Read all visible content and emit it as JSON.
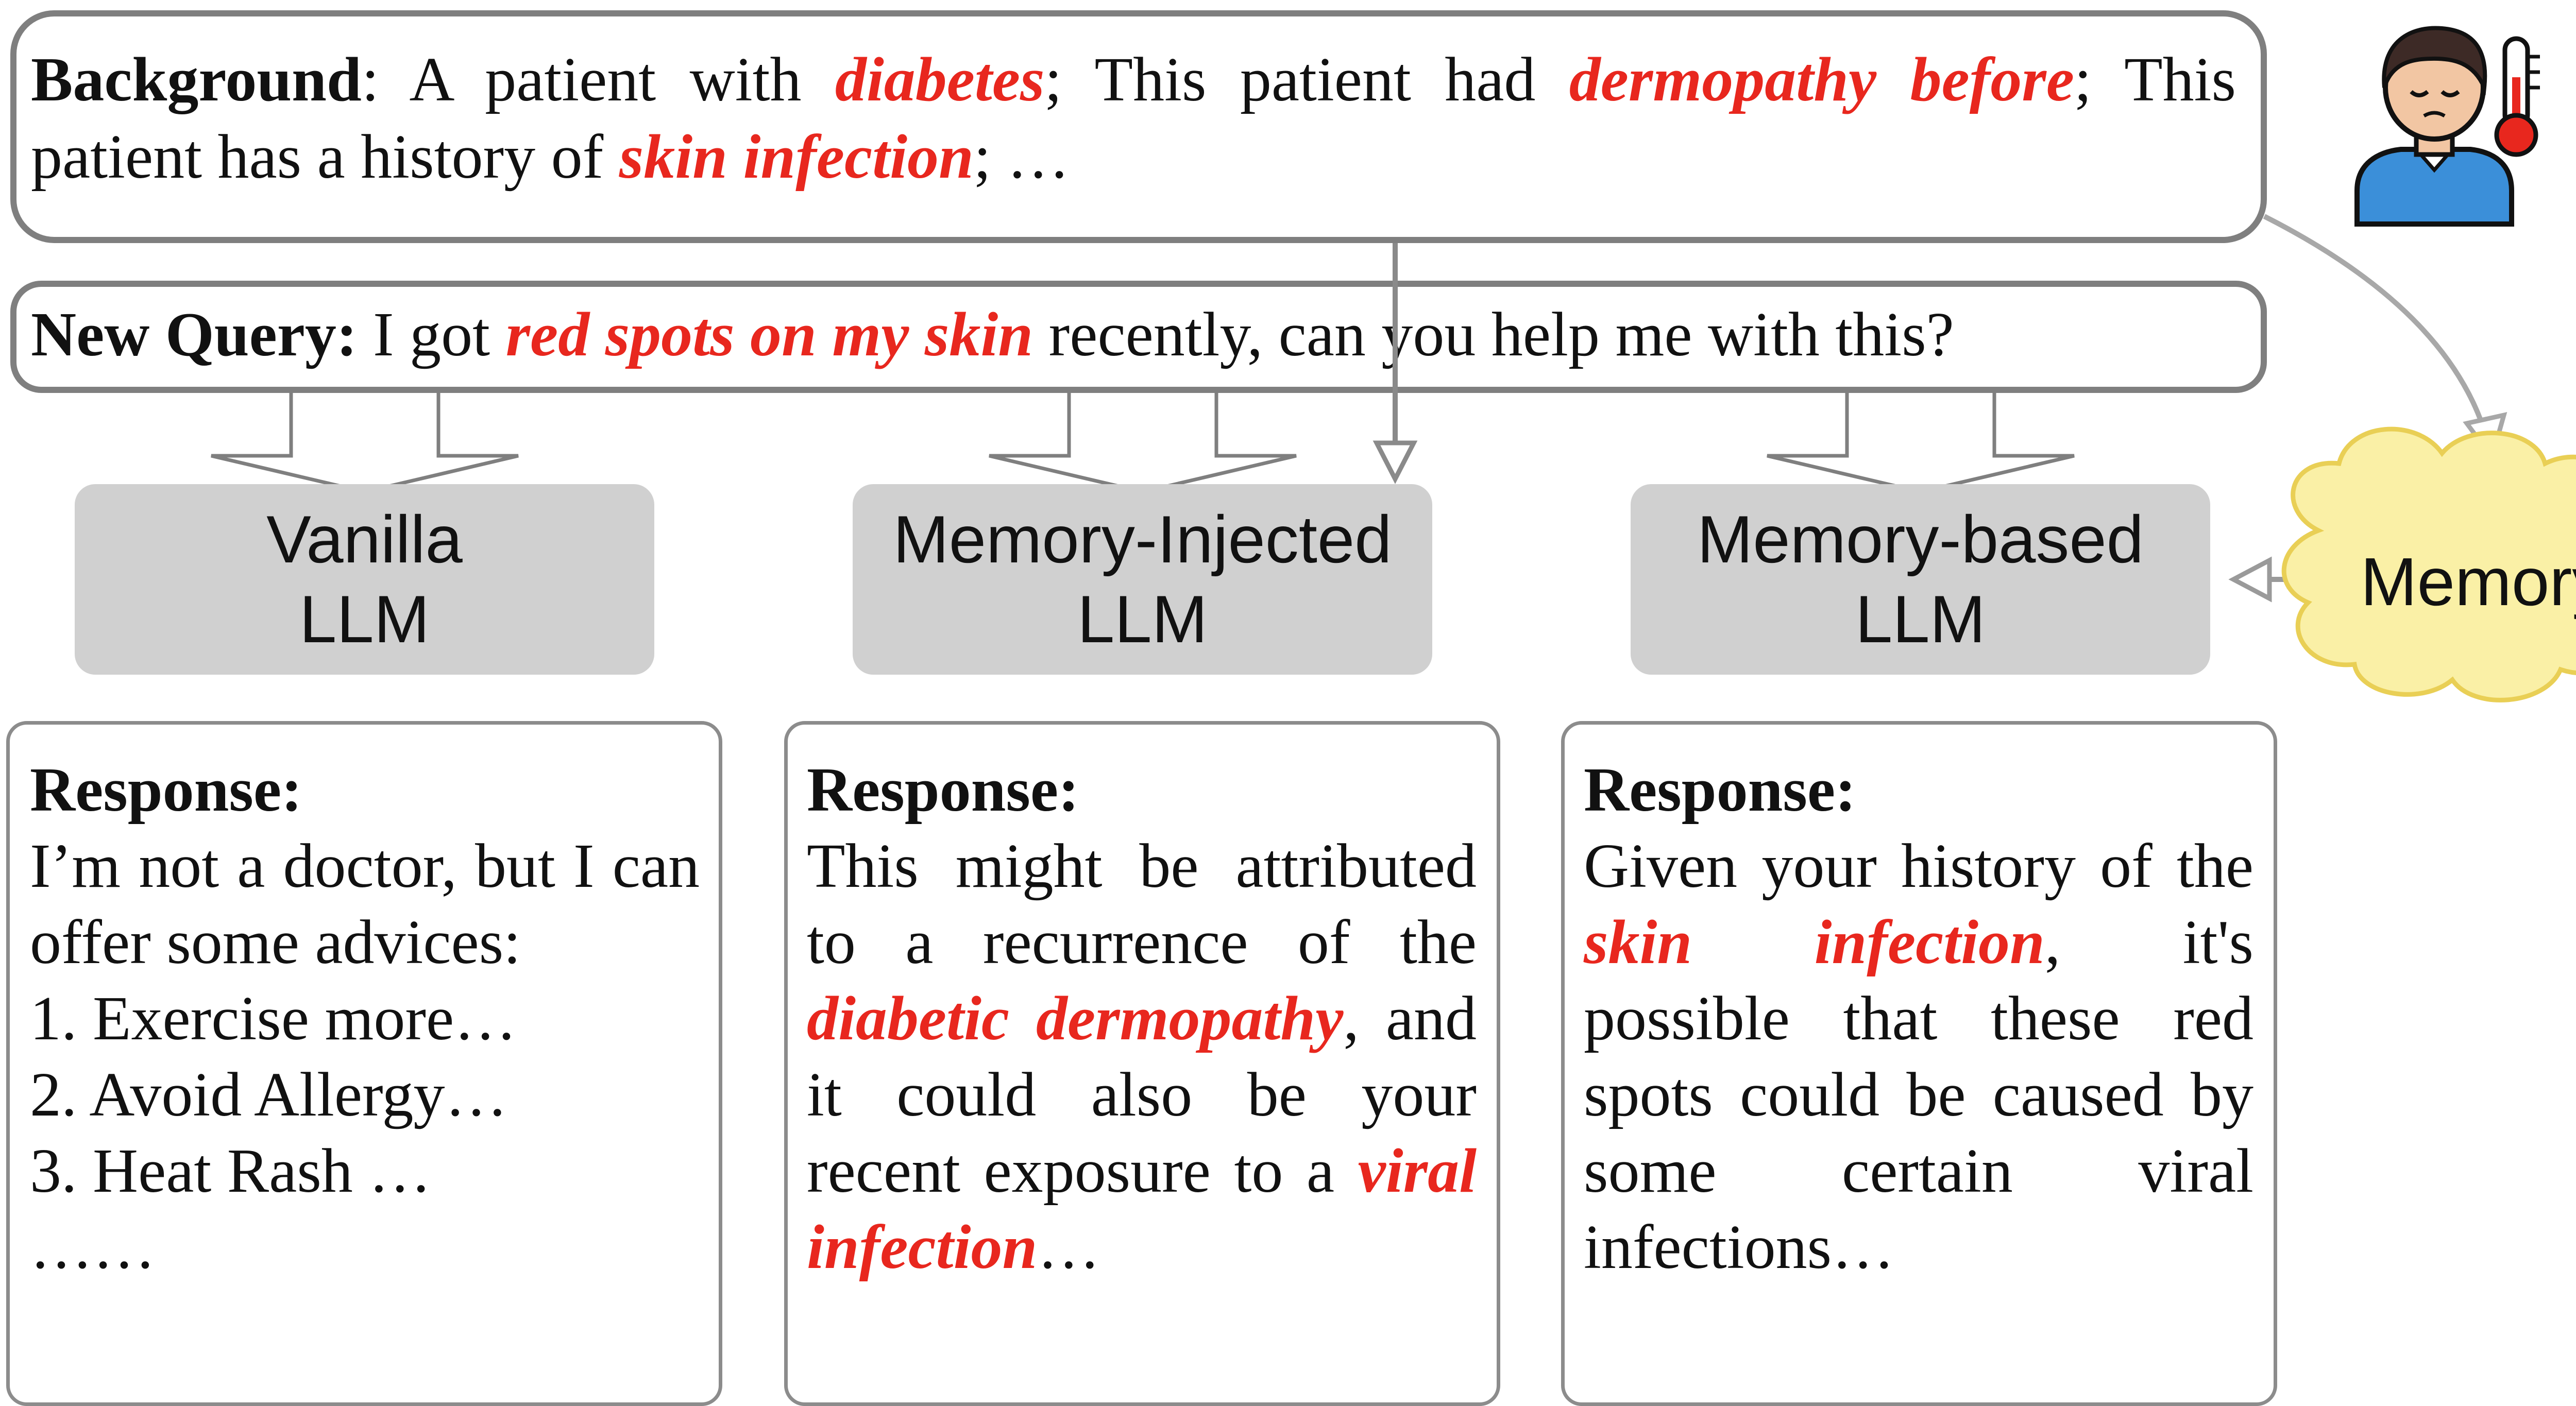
{
  "background": {
    "label": "Background",
    "t1": ": A patient with ",
    "h1": "diabetes",
    "t2": "; This patient had ",
    "h2": "dermopathy before",
    "t3": "; This patient has a history of ",
    "h3": "skin infection",
    "t4": "; …"
  },
  "query": {
    "label": "New Query:",
    "t1": " I got ",
    "h1": "red spots on my skin",
    "t2": " recently, can you help me with this?"
  },
  "llms": [
    {
      "line1": "Vanilla",
      "line2": "LLM"
    },
    {
      "line1": "Memory-Injected",
      "line2": "LLM"
    },
    {
      "line1": "Memory-based",
      "line2": "LLM"
    }
  ],
  "memory_label": "Memory",
  "responses": [
    {
      "label": "Response:",
      "t1": "I’m not a doctor, but I can offer some advices:",
      "l1": "1. Exercise more…",
      "l2": "2. Avoid Allergy…",
      "l3": "3. Heat Rash …",
      "l4": "……"
    },
    {
      "label": "Response:",
      "t1": "This might be attributed to a recurrence of the ",
      "h1": "diabetic dermopathy",
      "t2": ", and it could also be your recent exposure to a ",
      "h2": "viral infection",
      "t3": "…"
    },
    {
      "label": "Response:",
      "t1": "Given your history of the ",
      "h1": "skin infection",
      "t2": ", it's possible that these red spots could be caused by some certain viral infections…"
    }
  ],
  "colors": {
    "highlight": "#e8271e",
    "box_border": "#7f7f7f",
    "llm_fill": "#d0d0d0",
    "cloud_fill": "#faf0a6",
    "patient_shirt": "#3b8fd9",
    "thermometer": "#e8271e"
  },
  "icons": [
    "patient-icon",
    "thermometer-icon",
    "memory-cloud-icon"
  ]
}
